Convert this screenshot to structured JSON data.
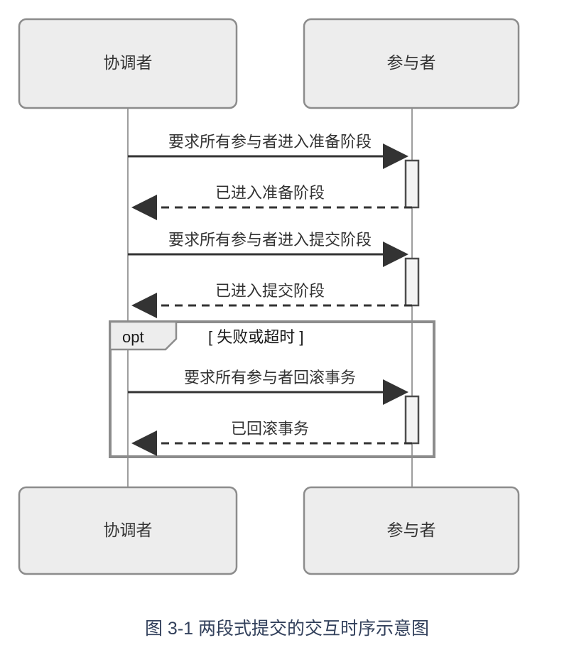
{
  "figure": {
    "caption": "图 3-1 两段式提交的交互时序示意图",
    "caption_color": "#33415c"
  },
  "colors": {
    "box_fill": "#ededed",
    "box_stroke": "#8c8c8c",
    "lifeline_stroke": "#9e9e9e",
    "arrow_stroke": "#333333",
    "activation_fill": "#f4f4f4",
    "activation_stroke": "#4d4d4d",
    "fragment_stroke": "#8c8c8c",
    "fragment_tag_fill": "#ededed",
    "text": "#333333"
  },
  "participants": [
    {
      "id": "coordinator",
      "name": "协调者",
      "top_label": "协调者",
      "bottom_label": "协调者"
    },
    {
      "id": "participant",
      "name": "参与者",
      "top_label": "参与者",
      "bottom_label": "参与者"
    }
  ],
  "messages": [
    {
      "index": 1,
      "label": "要求所有参与者进入准备阶段",
      "from": "协调者",
      "to": "参与者",
      "direction": "right",
      "style": "solid"
    },
    {
      "index": 2,
      "label": "已进入准备阶段",
      "from": "参与者",
      "to": "协调者",
      "direction": "left",
      "style": "dashed"
    },
    {
      "index": 3,
      "label": "要求所有参与者进入提交阶段",
      "from": "协调者",
      "to": "参与者",
      "direction": "right",
      "style": "solid"
    },
    {
      "index": 4,
      "label": "已进入提交阶段",
      "from": "参与者",
      "to": "协调者",
      "direction": "left",
      "style": "dashed"
    },
    {
      "index": 5,
      "label": "要求所有参与者回滚事务",
      "from": "协调者",
      "to": "参与者",
      "direction": "right",
      "style": "solid"
    },
    {
      "index": 6,
      "label": "已回滚事务",
      "from": "参与者",
      "to": "协调者",
      "direction": "left",
      "style": "dashed"
    }
  ],
  "fragment": {
    "tag": "opt",
    "condition": "[ 失败或超时 ]",
    "contains_messages": [
      5,
      6
    ]
  }
}
